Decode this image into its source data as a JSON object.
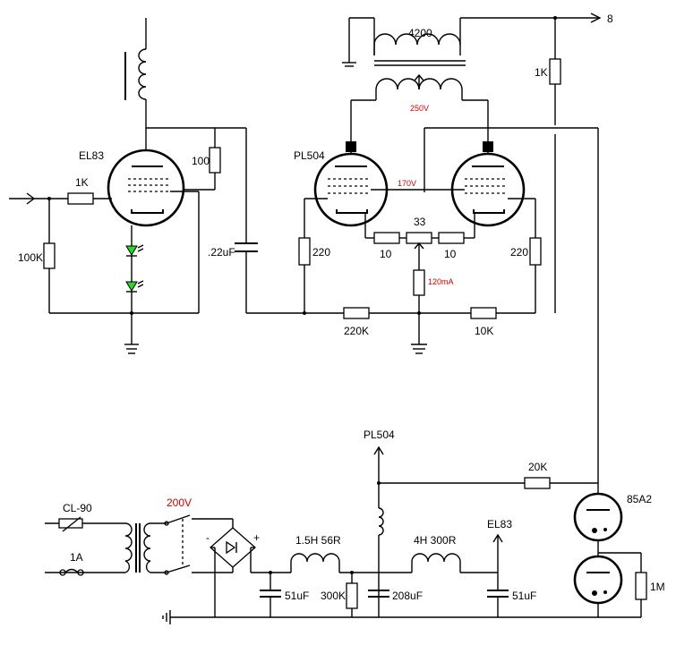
{
  "labels": {
    "output_terminal": "8",
    "output_transformer": "4200",
    "ot_center_tap_voltage": "250V",
    "feedback_resistor": "1K",
    "driver_tube": "EL83",
    "driver_anode_resistor": "100",
    "input_resistor": "1K",
    "grid_leak": "100K",
    "coupling_cap": ".22uF",
    "output_tube": "PL504",
    "cathode_voltage": "170V",
    "grid_stopper_left": "220",
    "grid_stopper_right": "220",
    "cathode_res_left": "10",
    "cathode_res_right": "10",
    "cathode_pot": "33",
    "cathode_current": "120mA",
    "cathode_resistor_current": "",
    "bias_res_left": "220K",
    "bias_res_right": "10K",
    "supply_pl504": "PL504",
    "dropper": "20K",
    "regulator": "85A2",
    "reg_resistor": "1M",
    "fuse_thermistor": "CL-90",
    "fuse": "1A",
    "mains_voltage": "200V",
    "choke1": "1.5H 56R",
    "choke2": "4H 300R",
    "supply_el83": "EL83",
    "cap1": "51uF",
    "bleeder": "300K",
    "cap2": "208uF",
    "cap3": "51uF"
  },
  "colors": {
    "wire": "#000000",
    "annotation": "#d10000",
    "led": "#22dd22"
  }
}
